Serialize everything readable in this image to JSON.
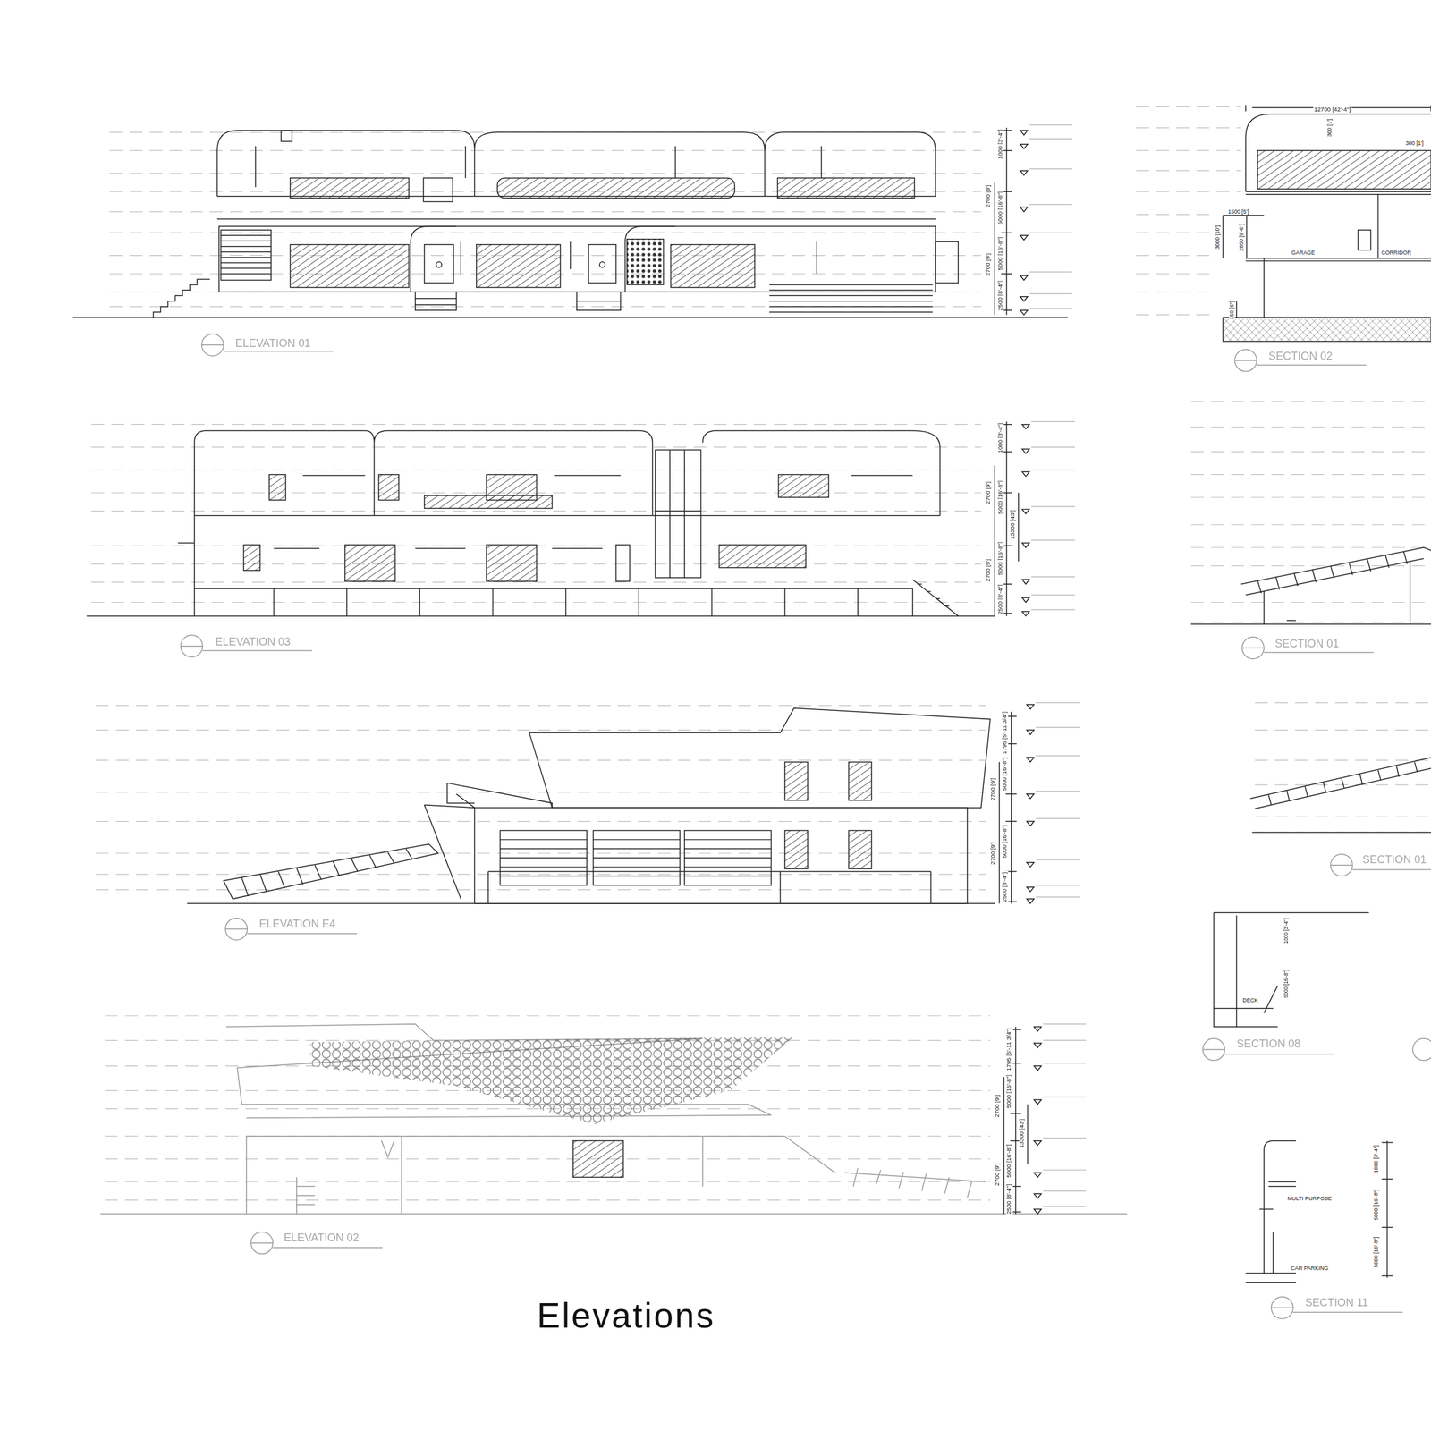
{
  "diagram": {
    "title": "Elevations",
    "labels": [
      "1000 [3'-4\"]",
      "2700 [9']",
      "5000 [16'-8\"]",
      "5000 [16'-8\"]",
      "2700 [9']",
      "2500 [8'-4\"]",
      "ELEVATION 01",
      "1000 [3'-4\"]",
      "2700 [9']",
      "5000 [16'-8\"]",
      "13300 [43']",
      "5000 [16'-8\"]",
      "2700 [9']",
      "2500 [8'-4\"]",
      "ELEVATION 03",
      "1795 [5'-11 3/4\"]",
      "5000 [16'-8\"]",
      "2700 [9']",
      "5000 [16'-8\"]",
      "2700 [9']",
      "2500 [8'-4\"]",
      "ELEVATION E4",
      "1795 [5'-11 3/4\"]",
      "5000 [16'-8\"]",
      "2700 [9']",
      "13300 [43']",
      "5000 [16'-8\"]",
      "2700 [9']",
      "2500 [8'-4\"]",
      "ELEVATION 02",
      "12700 [42'-4\"]",
      "300 [1']",
      "300 [1']",
      "1500 [5']",
      "3000 [10']",
      "2850 [9'-6\"]",
      "GARAGE",
      "CORRIDOR",
      "150 [6\"]",
      "SECTION 02",
      "SECTION 01",
      "SECTION 01",
      "1000 [3'-4\"]",
      "5000 [16'-8\"]",
      "DECK",
      "SECTION 08",
      "1000 [3'-4\"]",
      "5000 [16'-8\"]",
      "MULTI PURPOSE",
      "5000 [16'-8\"]",
      "CAR PARKING",
      "SECTION 11"
    ]
  }
}
